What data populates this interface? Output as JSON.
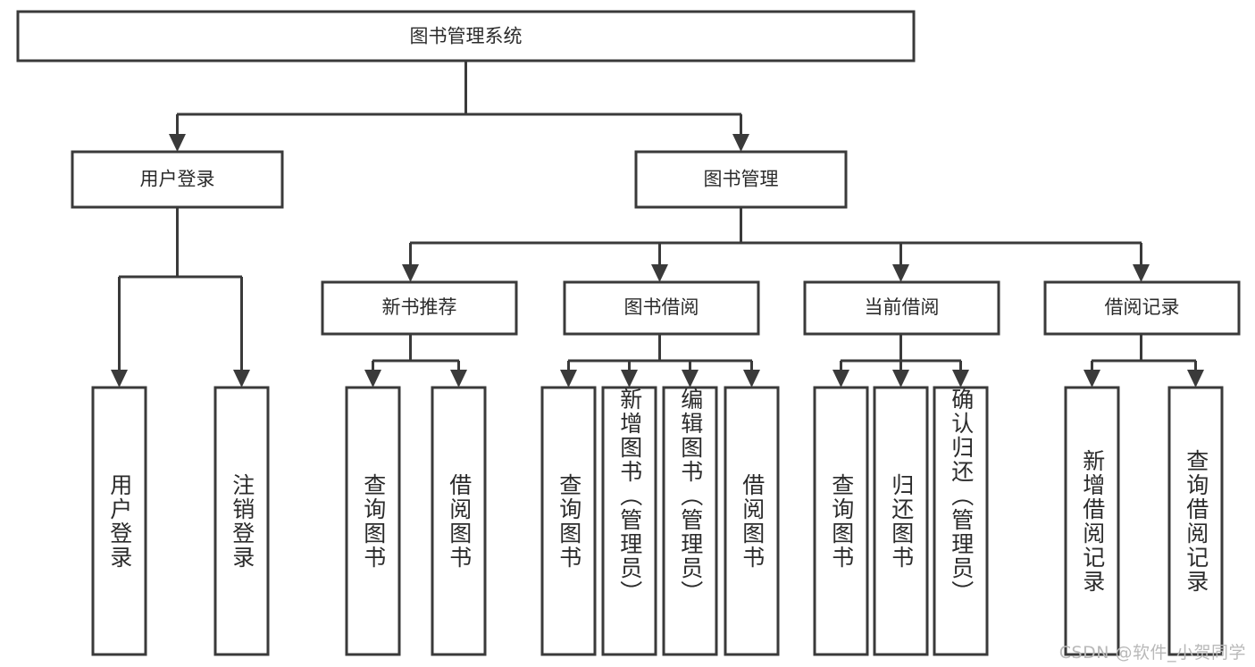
{
  "diagram": {
    "type": "tree-hierarchy-chart",
    "title": "图书管理系统",
    "orientation": "top-down",
    "colors": {
      "box_stroke": "#3a3a3a",
      "box_fill": "#ffffff",
      "text": "#2b2b2b",
      "background": "#ffffff",
      "watermark": "#b9b9b9"
    },
    "root": {
      "label": "图书管理系统"
    },
    "level2": [
      {
        "label": "用户登录"
      },
      {
        "label": "图书管理"
      }
    ],
    "level3": [
      {
        "label": "新书推荐"
      },
      {
        "label": "图书借阅"
      },
      {
        "label": "当前借阅"
      },
      {
        "label": "借阅记录"
      }
    ],
    "leaves": {
      "user_login": [
        {
          "label": "用户登录"
        },
        {
          "label": "注销登录"
        }
      ],
      "new_book_recommend": [
        {
          "label": "查询图书"
        },
        {
          "label": "借阅图书"
        }
      ],
      "book_borrow": [
        {
          "label": "查询图书"
        },
        {
          "label": "新增图书（管理员）"
        },
        {
          "label": "编辑图书（管理员）"
        },
        {
          "label": "借阅图书"
        }
      ],
      "current_borrow": [
        {
          "label": "查询图书"
        },
        {
          "label": "归还图书"
        },
        {
          "label": "确认归还（管理员）"
        }
      ],
      "borrow_record": [
        {
          "label": "新增借阅记录"
        },
        {
          "label": "查询借阅记录"
        }
      ]
    }
  },
  "watermark": {
    "text": "CSDN @软件_小贺同学"
  }
}
